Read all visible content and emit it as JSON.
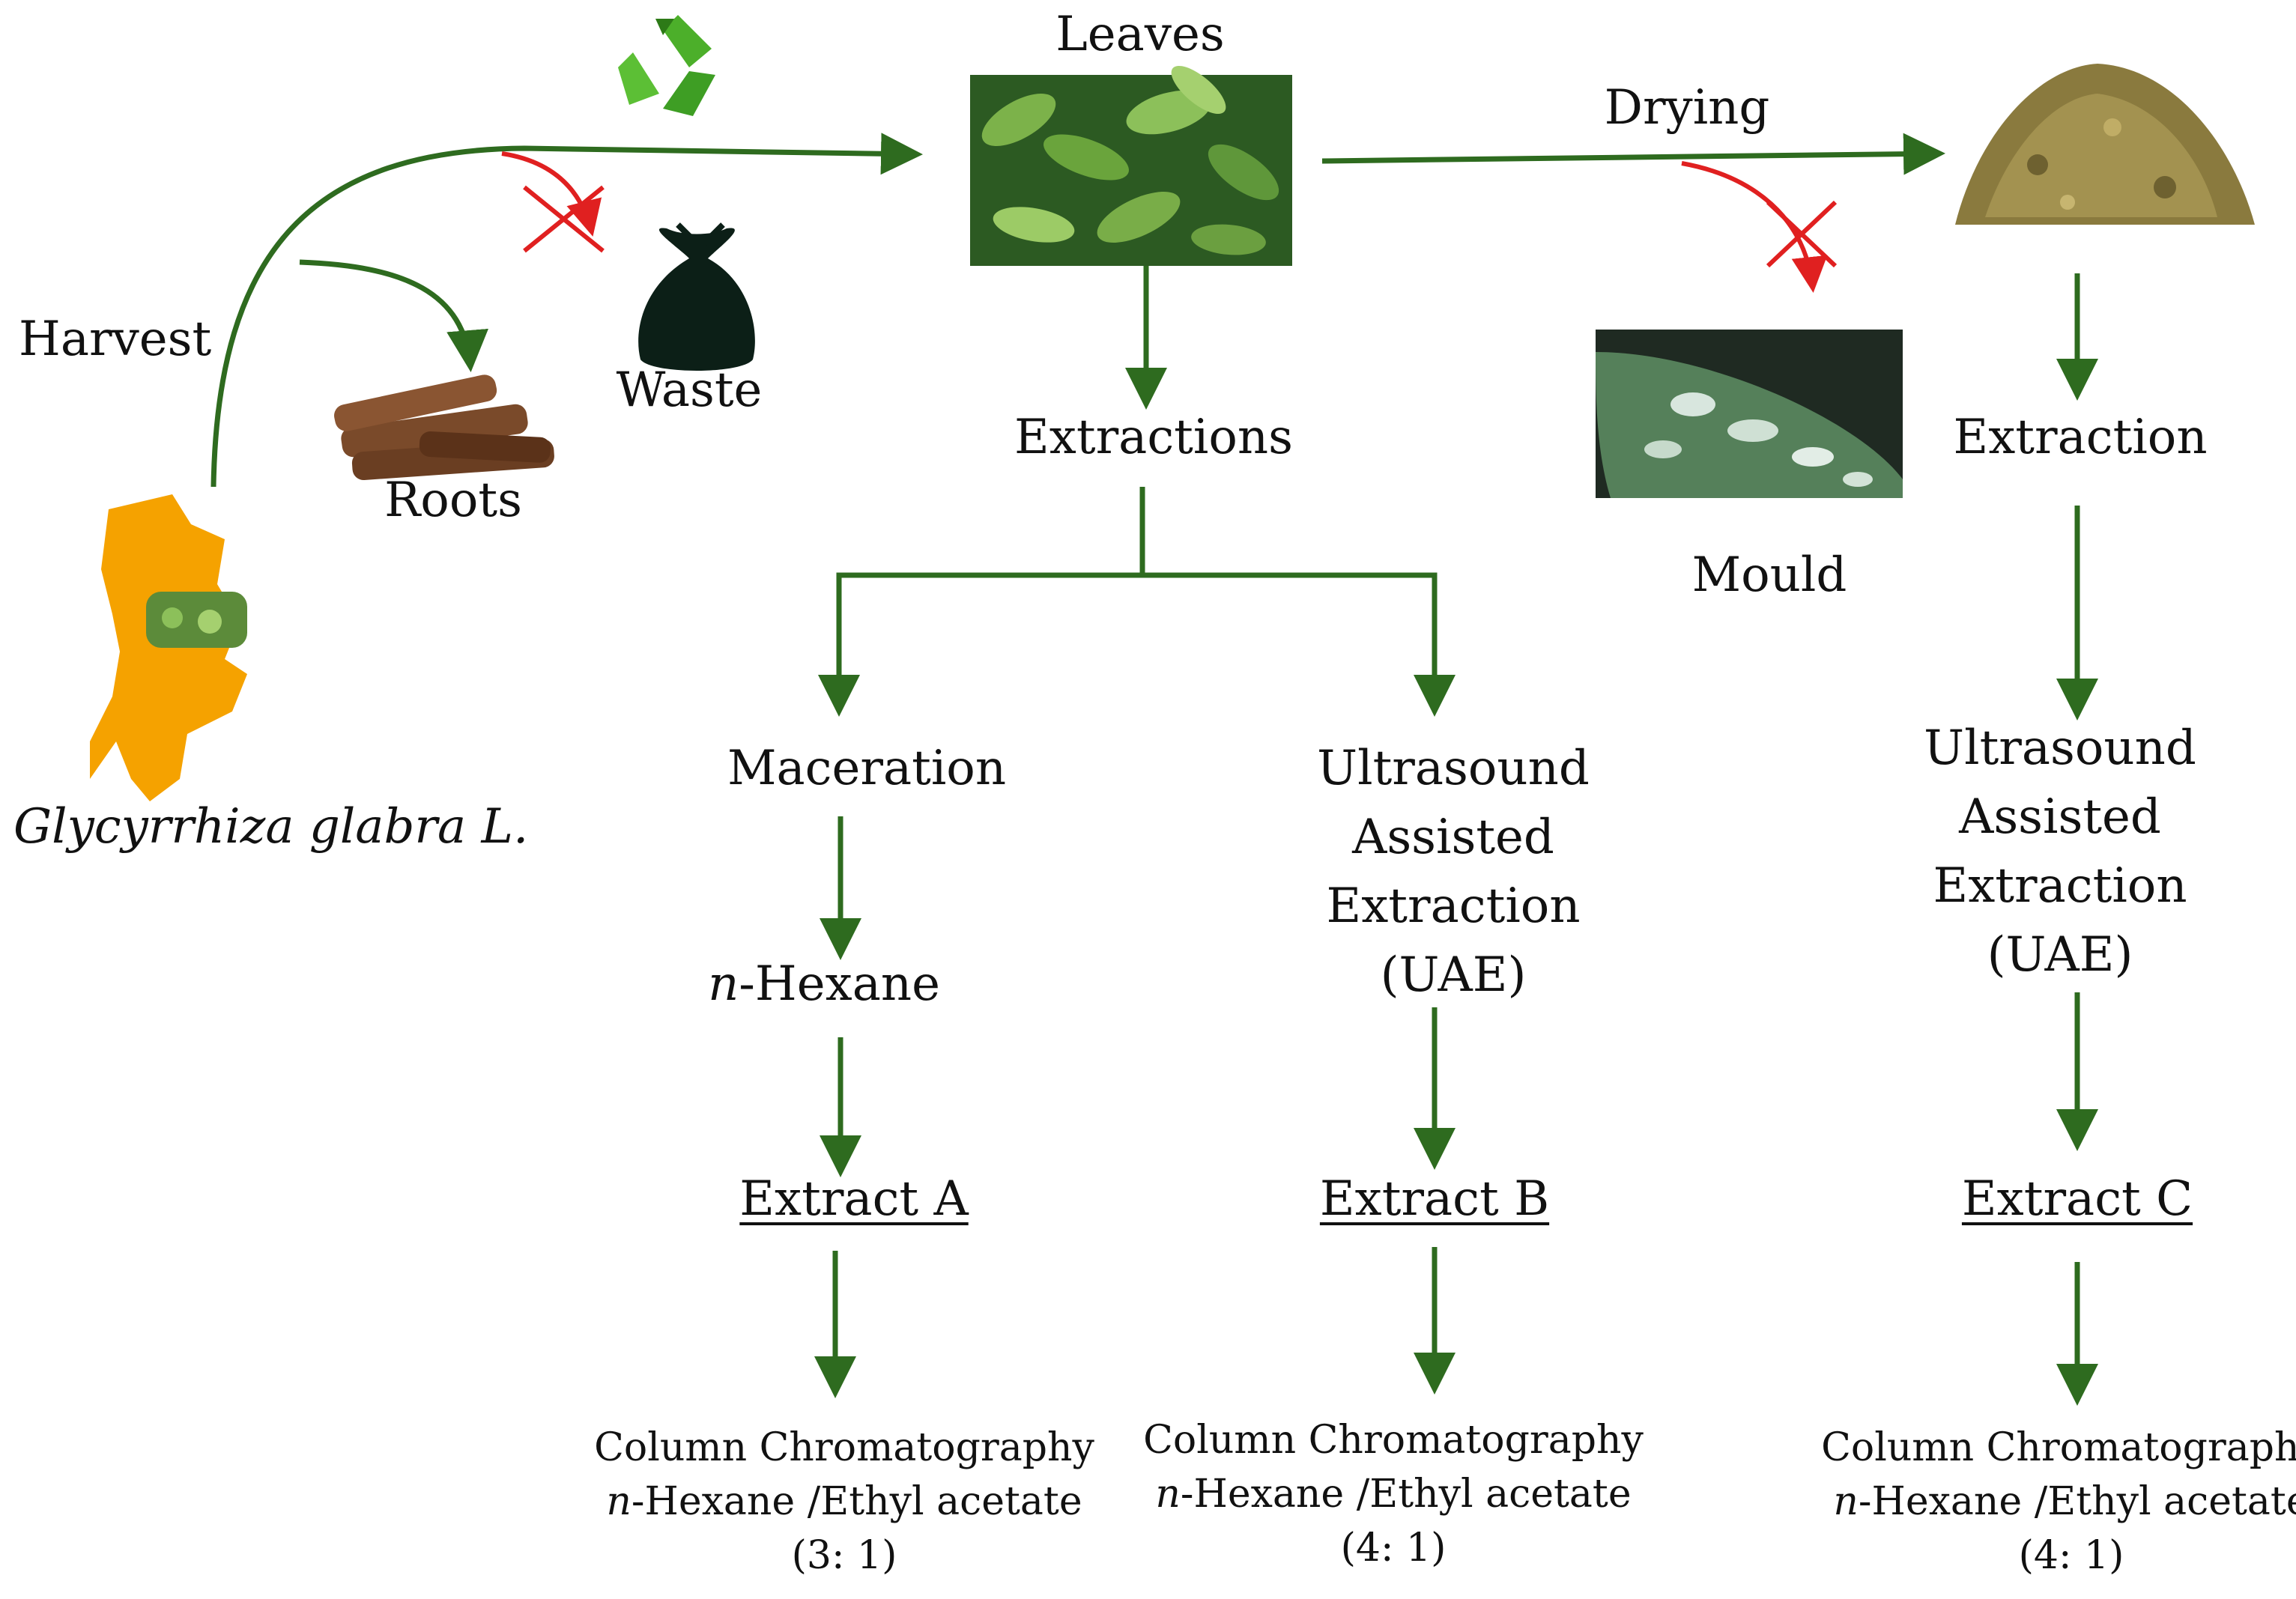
{
  "labels": {
    "leaves": "Leaves",
    "drying": "Drying",
    "harvest": "Harvest",
    "waste": "Waste",
    "roots": "Roots",
    "species_name": "Glycyrrhiza glabra",
    "species_suffix": " L.",
    "extractions": "Extractions",
    "extraction": "Extraction",
    "mould": "Mould",
    "maceration": "Maceration",
    "uae_middle": [
      "Ultrasound",
      "Assisted",
      "Extraction",
      "(UAE)"
    ],
    "uae_right": [
      "Ultrasound",
      "Assisted",
      "Extraction",
      "(UAE)"
    ],
    "n_prefix": "n",
    "hexane": "-Hexane",
    "extract_a": "Extract A",
    "extract_b": "Extract B",
    "extract_c": "Extract C"
  },
  "chromatography": [
    {
      "method": "Column Chromatography",
      "n": "n",
      "solvent": "-Hexane /Ethyl acetate",
      "ratio": "(3: 1)"
    },
    {
      "method": "Column Chromatography",
      "n": "n",
      "solvent": "-Hexane /Ethyl acetate",
      "ratio": "(4: 1)"
    },
    {
      "method": "Column Chromatography",
      "n": "n",
      "solvent": "-Hexane /Ethyl acetate",
      "ratio": "(4: 1)"
    }
  ],
  "colors": {
    "arrow_green": "#2e6b1f",
    "reject_red": "#e02020",
    "region_orange": "#f5a200",
    "recycle_green": "#4caf2a"
  },
  "icons": [
    "recycle-icon",
    "waste-bag-icon",
    "roots-image",
    "leaves-image",
    "dried-leaves-image",
    "mould-leaf-image",
    "region-map-image"
  ]
}
